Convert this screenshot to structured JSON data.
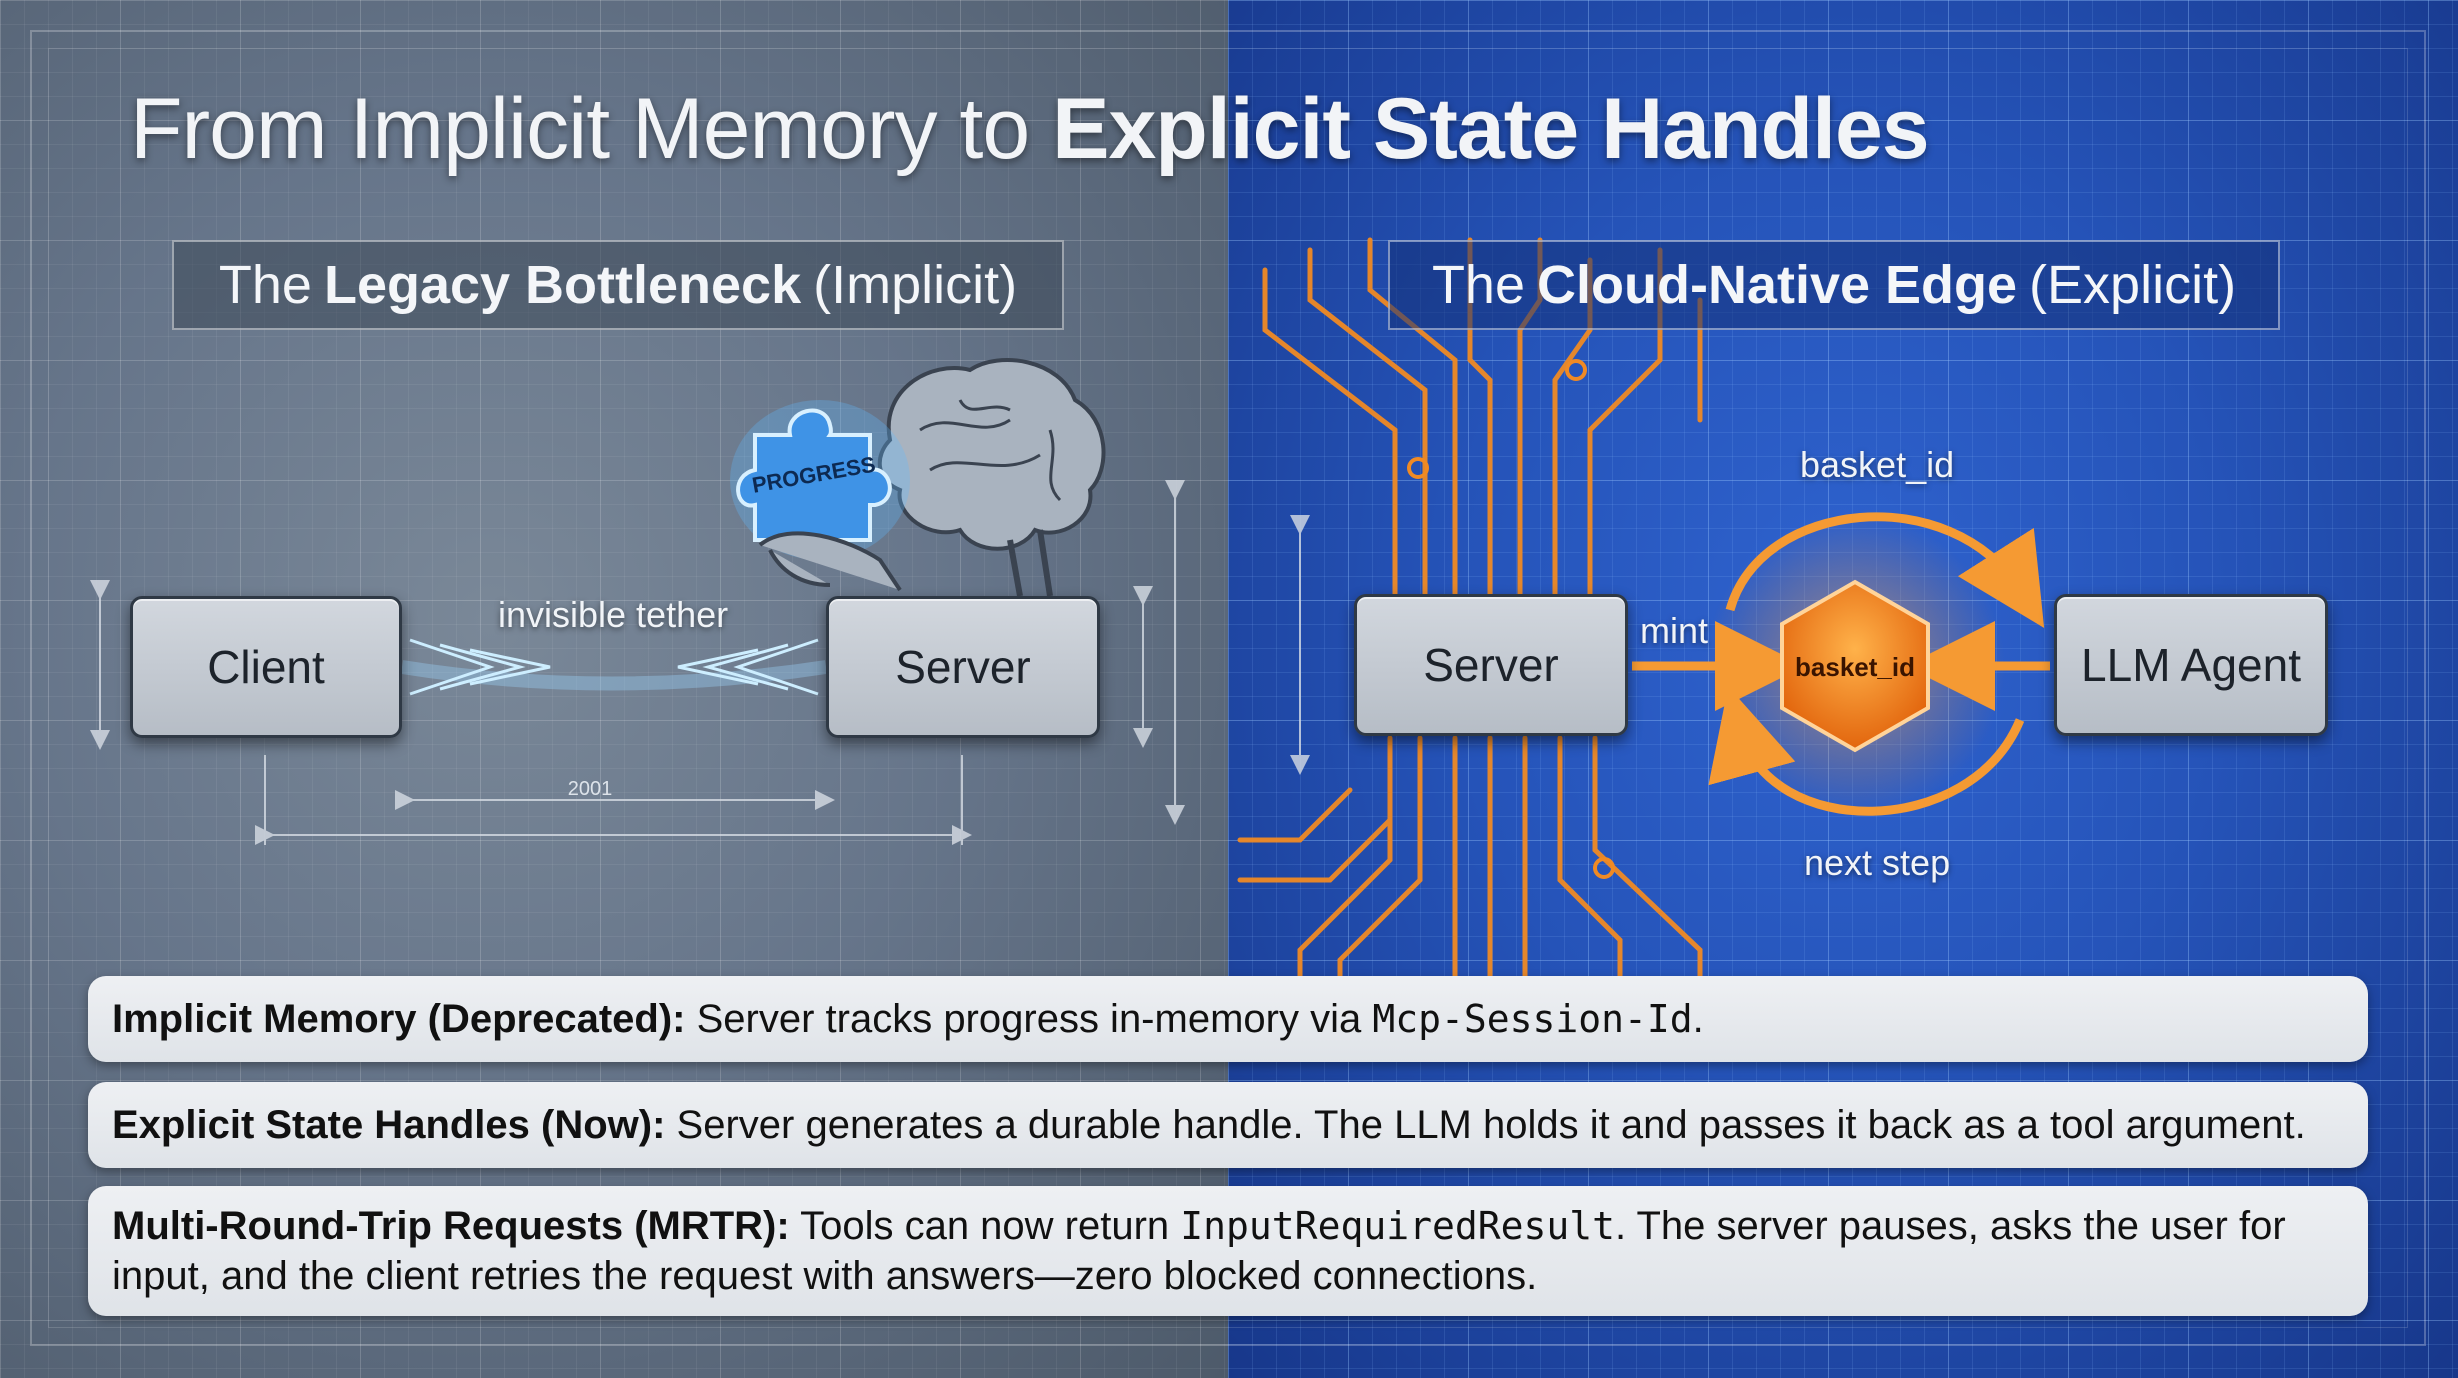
{
  "title": {
    "regular": "From Implicit Memory to",
    "bold": "Explicit State Handles"
  },
  "left_section": {
    "prefix": "The",
    "bold": "Legacy Bottleneck",
    "suffix": "(Implicit)"
  },
  "right_section": {
    "prefix": "The",
    "bold": "Cloud-Native Edge",
    "suffix": "(Explicit)"
  },
  "left_diagram": {
    "client_label": "Client",
    "server_label": "Server",
    "tether_label": "invisible tether",
    "puzzle_label": "PROGRESS",
    "dimension_label": "2001"
  },
  "right_diagram": {
    "server_label": "Server",
    "agent_label": "LLM Agent",
    "mint_label": "mint",
    "hexagon_label": "basket_id",
    "top_loop_label": "basket_id",
    "bottom_loop_label": "next step"
  },
  "notes": [
    {
      "bold": "Implicit Memory (Deprecated):",
      "text": "Server tracks progress in-memory via",
      "code": "Mcp-Session-Id",
      "tail": "."
    },
    {
      "bold": "Explicit State Handles (Now):",
      "text": "Server generates a durable handle. The LLM holds it and passes it back as a tool argument."
    },
    {
      "bold": "Multi-Round-Trip Requests (MRTR):",
      "text": "Tools can now return",
      "code": "InputRequiredResult",
      "tail": ". The server pauses, asks the user for",
      "line2": "input, and the client retries the request with answers—zero blocked connections."
    }
  ],
  "colors": {
    "accent_orange": "#f08a24",
    "tether_blue": "#bfe6ff",
    "hexagon": "#f5871f"
  }
}
